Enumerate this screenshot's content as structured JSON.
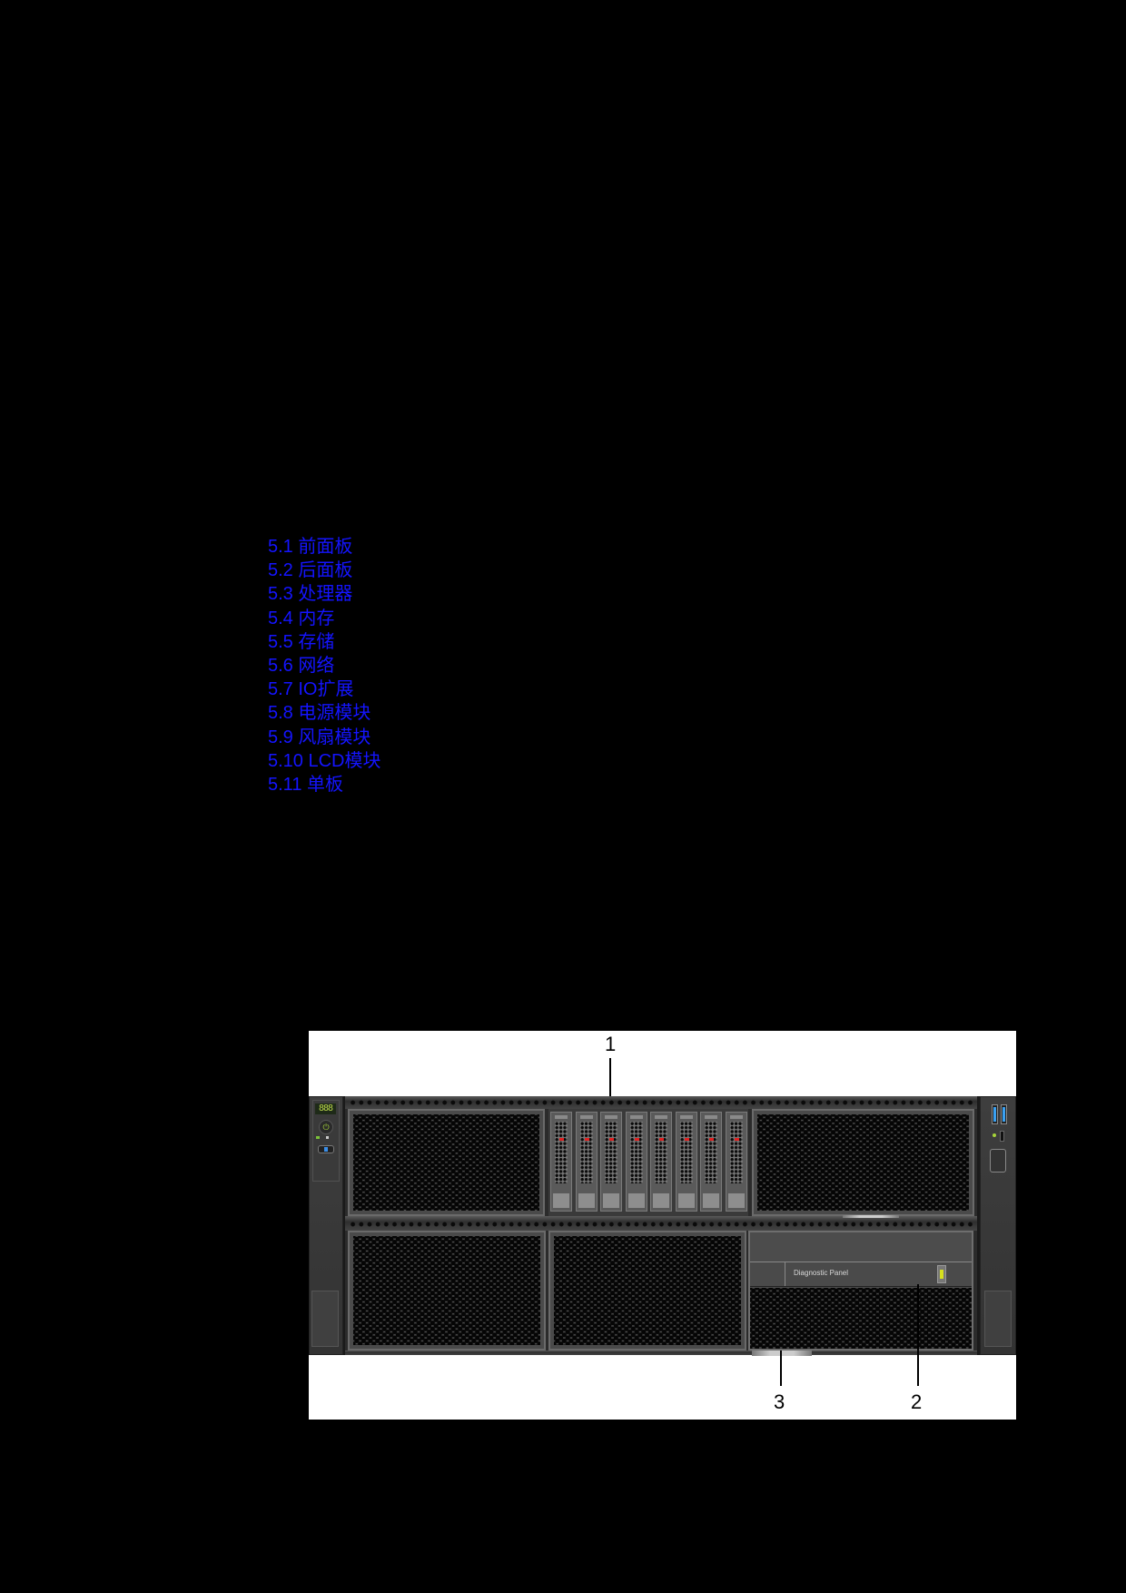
{
  "toc": {
    "links": [
      {
        "number": "5.1",
        "title": "前面板",
        "label": "5.1 前面板"
      },
      {
        "number": "5.2",
        "title": "后面板",
        "label": "5.2 后面板"
      },
      {
        "number": "5.3",
        "title": "处理器",
        "label": "5.3 处理器"
      },
      {
        "number": "5.4",
        "title": "内存",
        "label": "5.4 内存"
      },
      {
        "number": "5.5",
        "title": "存储",
        "label": "5.5 存储"
      },
      {
        "number": "5.6",
        "title": "网络",
        "label": "5.6 网络"
      },
      {
        "number": "5.7",
        "title": "IO扩展",
        "label": "5.7 IO扩展"
      },
      {
        "number": "5.8",
        "title": "电源模块",
        "label": "5.8 电源模块"
      },
      {
        "number": "5.9",
        "title": "风扇模块",
        "label": "5.9 风扇模块"
      },
      {
        "number": "5.10",
        "title": "LCD模块",
        "label": "5.10 LCD模块"
      },
      {
        "number": "5.11",
        "title": "单板",
        "label": "5.11 单板"
      }
    ],
    "link_color": "#1414ff"
  },
  "figure": {
    "description": "Server front panel diagram",
    "callouts": [
      {
        "number": "1",
        "label": "1"
      },
      {
        "number": "2",
        "label": "2"
      },
      {
        "number": "3",
        "label": "3"
      }
    ],
    "control_panel": {
      "display_value": "888",
      "power_icon": "power-icon"
    },
    "drive_bays": {
      "count": 8
    },
    "diagnostic_panel": {
      "label": "Diagnostic Panel"
    },
    "right_ear": {
      "ports": [
        "usb-port",
        "usb-port",
        "vga-port"
      ]
    }
  },
  "colors": {
    "page_background": "#000000",
    "figure_background": "#ffffff",
    "chassis": "#2b2b2b",
    "drive_led": "#e02020",
    "diag_button": "#d6e01e",
    "usb": "#3aa0f0"
  }
}
